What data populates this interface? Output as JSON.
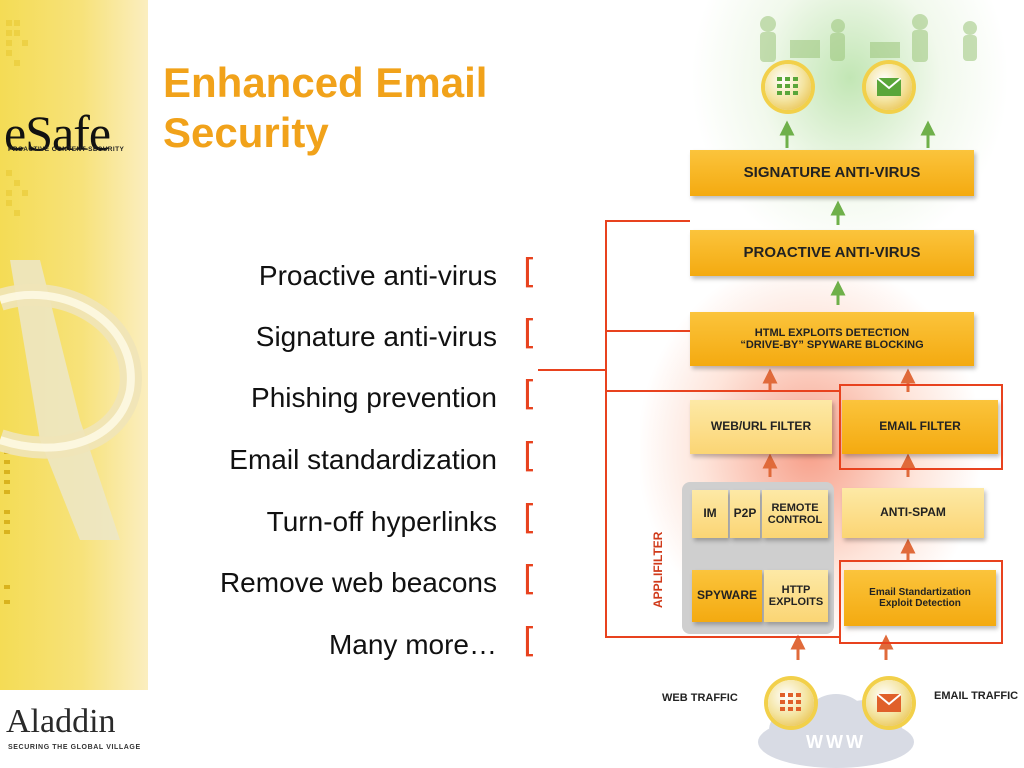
{
  "brand": {
    "logo_text": "eSafe",
    "tagline": "PROACTIVE CONTENT SECURITY",
    "footer_logo": "Aladdin",
    "footer_tagline": "SECURING THE GLOBAL VILLAGE"
  },
  "slide": {
    "title_line1": "Enhanced Email",
    "title_line2": "Security",
    "features": [
      "Proactive anti-virus",
      "Signature anti-virus",
      "Phishing prevention",
      "Email standardization",
      "Turn-off hyperlinks",
      "Remove web beacons",
      "Many more…"
    ],
    "bracket_char": "["
  },
  "diagram": {
    "signature_av": "SIGNATURE ANTI-VIRUS",
    "proactive_av": "PROACTIVE ANTI-VIRUS",
    "html_exploits_1": "HTML EXPLOITS DETECTION",
    "html_exploits_2": "“DRIVE-BY” SPYWARE BLOCKING",
    "web_url_filter": "WEB/URL FILTER",
    "email_filter": "EMAIL FILTER",
    "im": "IM",
    "p2p": "P2P",
    "remote_control_1": "REMOTE",
    "remote_control_2": "CONTROL",
    "anti_spam": "ANTI-SPAM",
    "spyware": "SPYWARE",
    "http_exploits_1": "HTTP",
    "http_exploits_2": "EXPLOITS",
    "email_std_1": "Email Standartization",
    "email_std_2": "Exploit Detection",
    "applifilter": "APPLIFILTER",
    "web_traffic": "WEB TRAFFIC",
    "email_traffic": "EMAIL TRAFFIC",
    "www": "WWW"
  },
  "colors": {
    "accent_orange": "#f1a21a",
    "bracket_red": "#e8421e",
    "bar_yellow": "#f4aa10"
  }
}
